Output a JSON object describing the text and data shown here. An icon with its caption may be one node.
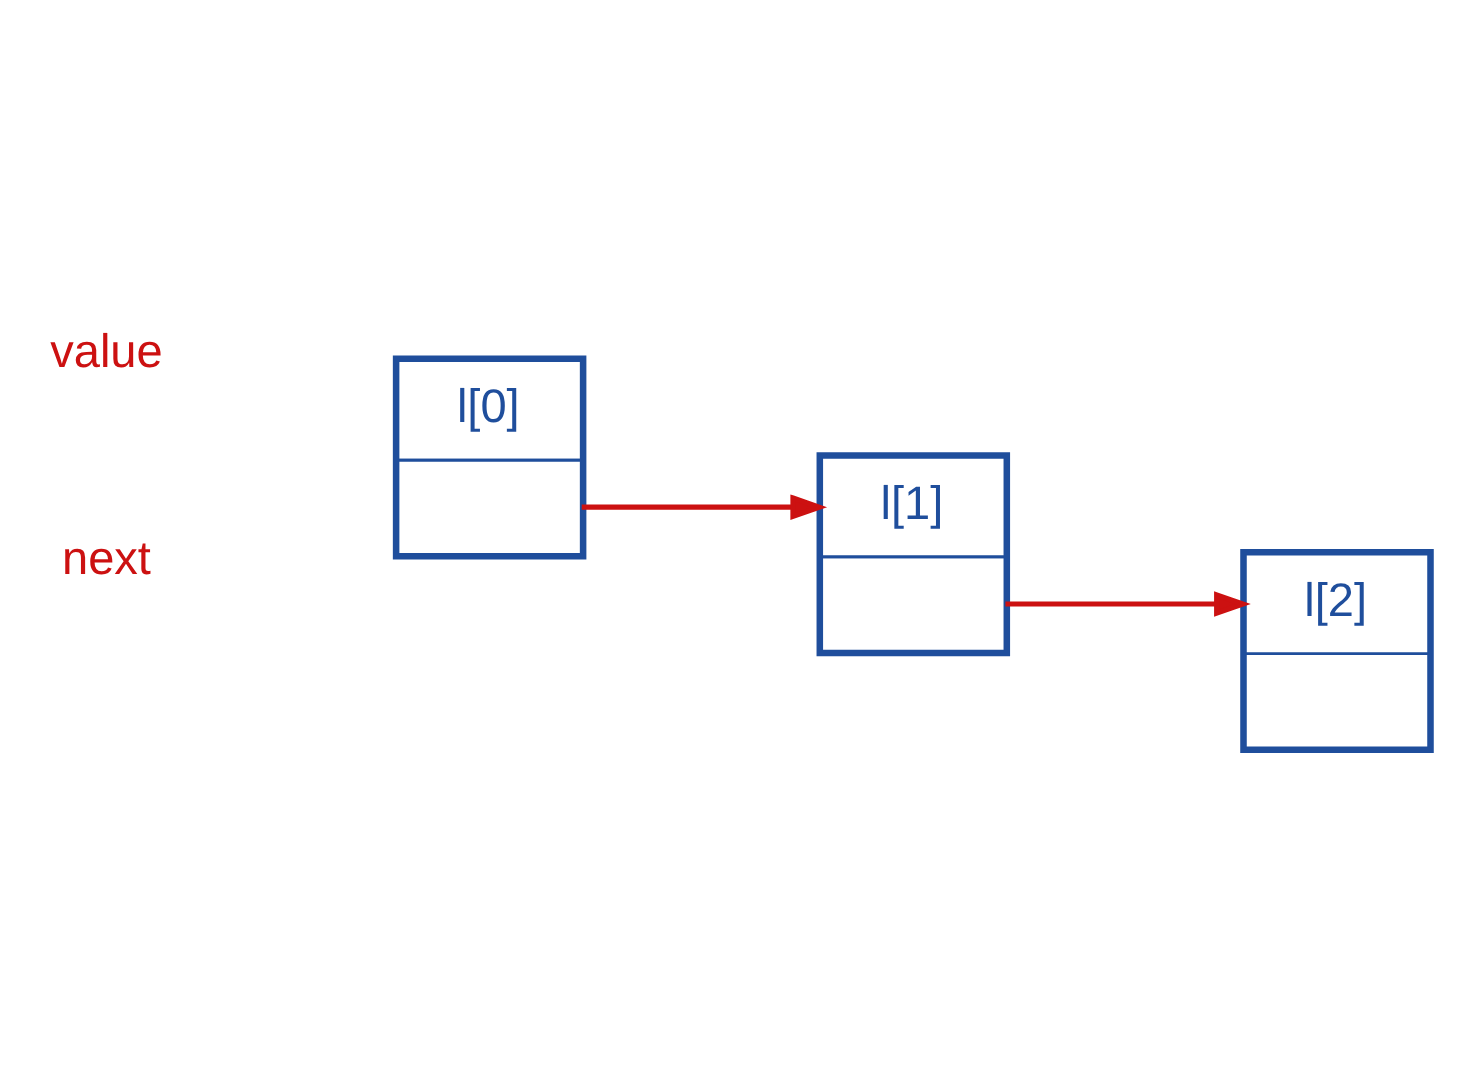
{
  "diagram": {
    "nodes": [
      {
        "text": [
          "l[0]"
        ]
      },
      {
        "text": [
          "l[1]"
        ]
      },
      {
        "text": [
          "l[2]"
        ]
      }
    ],
    "edges": [
      {
        "from": 0,
        "to": 1,
        "arrow": "to"
      },
      {
        "from": 1,
        "to": 2,
        "arrow": "to"
      }
    ],
    "labels": [
      "value",
      "next"
    ]
  }
}
